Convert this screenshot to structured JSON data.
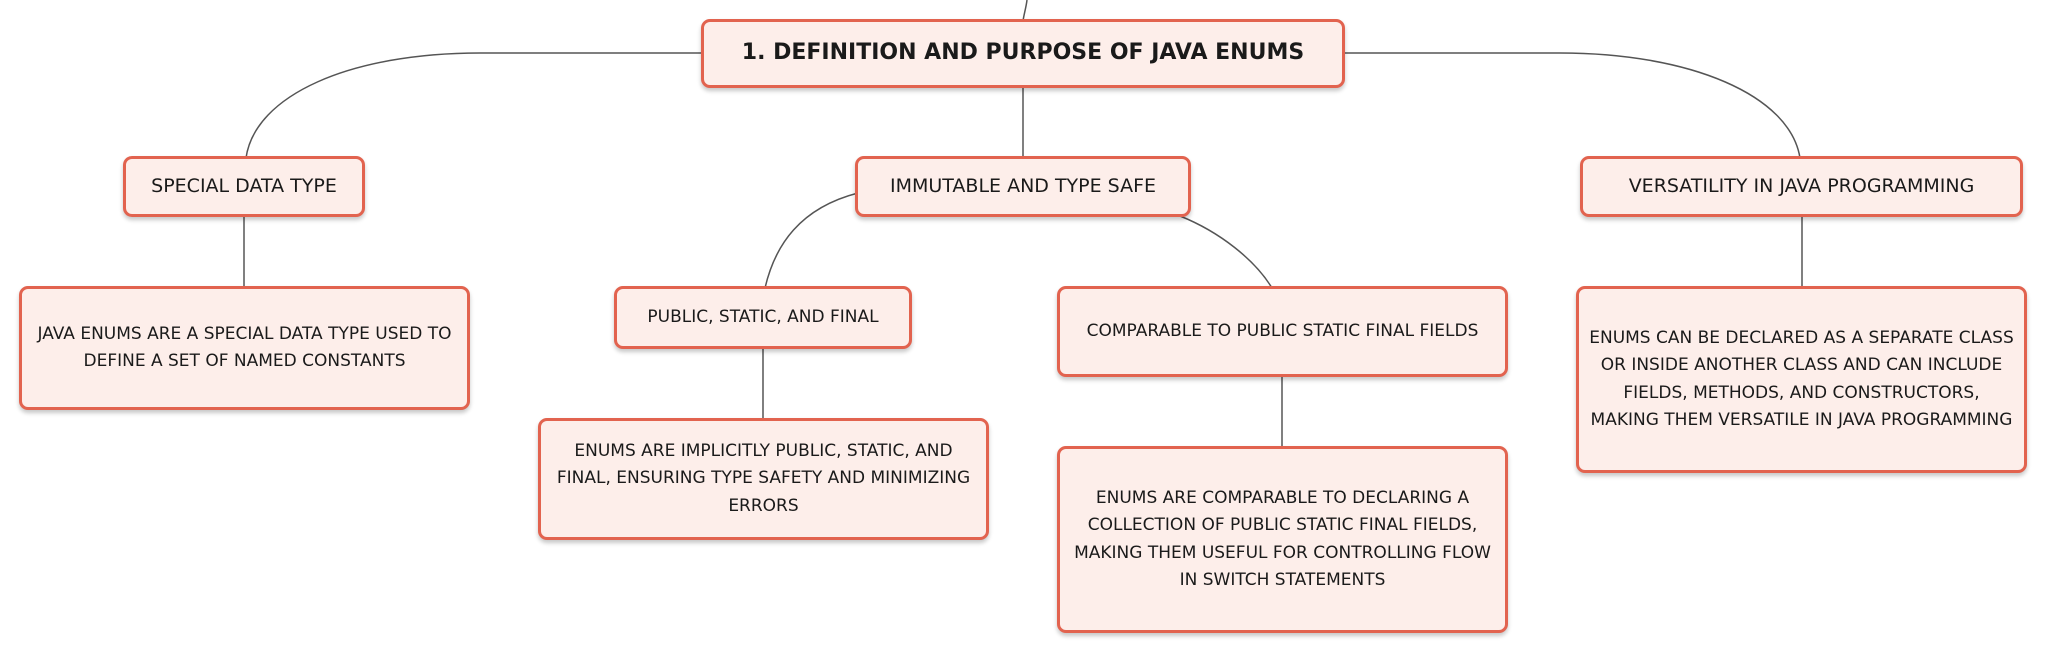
{
  "diagram": {
    "root": {
      "label": "1. DEFINITION AND PURPOSE OF JAVA ENUMS"
    },
    "topics": [
      {
        "label": "SPECIAL DATA TYPE",
        "detail": "JAVA ENUMS ARE A SPECIAL DATA TYPE USED TO DEFINE A SET OF NAMED CONSTANTS"
      },
      {
        "label": "IMMUTABLE AND TYPE SAFE",
        "subtopics": [
          {
            "label": "PUBLIC, STATIC, AND FINAL",
            "detail": "ENUMS ARE IMPLICITLY PUBLIC, STATIC, AND FINAL, ENSURING TYPE SAFETY AND MINIMIZING ERRORS"
          },
          {
            "label": "COMPARABLE TO PUBLIC STATIC FINAL FIELDS",
            "detail": "ENUMS ARE COMPARABLE TO DECLARING A COLLECTION OF PUBLIC STATIC FINAL FIELDS, MAKING THEM USEFUL FOR CONTROLLING FLOW IN SWITCH STATEMENTS"
          }
        ]
      },
      {
        "label": "VERSATILITY IN JAVA PROGRAMMING",
        "detail": "ENUMS CAN BE DECLARED AS A SEPARATE CLASS OR INSIDE ANOTHER CLASS AND CAN INCLUDE FIELDS, METHODS, AND CONSTRUCTORS, MAKING THEM VERSATILE IN JAVA PROGRAMMING"
      }
    ]
  }
}
